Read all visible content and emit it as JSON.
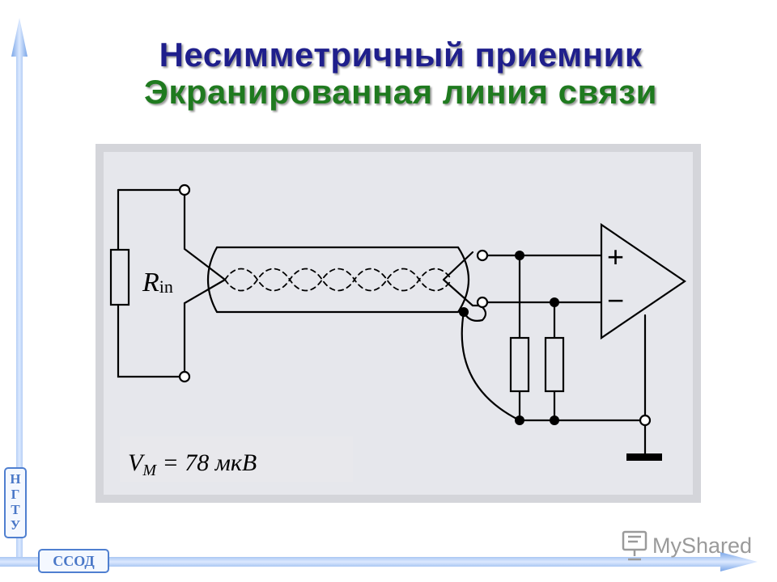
{
  "title": {
    "line1": "Несимметричный приемник",
    "line2": "Экранированная линия связи"
  },
  "diagram": {
    "resistor_label_main": "R",
    "resistor_label_sub": "in",
    "amp_plus": "+",
    "amp_minus": "−",
    "voltage_main": "V",
    "voltage_sub": "M",
    "voltage_value": " = 78 мкВ"
  },
  "side_badge": [
    "Н",
    "Г",
    "Т",
    "У"
  ],
  "bottom_badge": "ССОД",
  "logo": {
    "text": "MyShared",
    "icon": "projector-screen-icon"
  },
  "colors": {
    "title1": "#1f1f8c",
    "title2": "#1f7a1f",
    "diagram_bg": "#e6e7ec",
    "diagram_frame": "#d4d5da",
    "accent": "#4f7fd0"
  }
}
